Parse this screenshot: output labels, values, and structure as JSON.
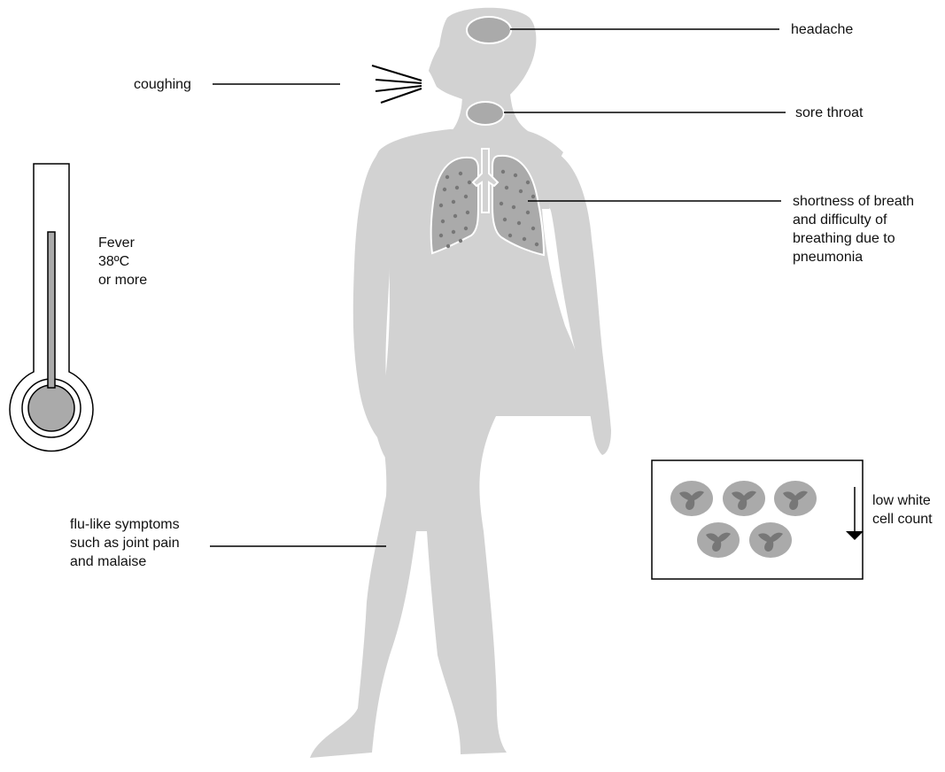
{
  "labels": {
    "headache": "headache",
    "coughing": "coughing",
    "sore_throat": "sore throat",
    "breath": "shortness of breath\nand difficulty of\nbreathing due to\npneumonia",
    "fever": "Fever\n38ºC\nor more",
    "flu": "flu-like symptoms\nsuch as joint pain\nand malaise",
    "white_cells": "low white\ncell count"
  },
  "colors": {
    "body": "#d2d2d2",
    "organ": "#aaaaaa",
    "dots": "#777777",
    "line": "#000000"
  }
}
